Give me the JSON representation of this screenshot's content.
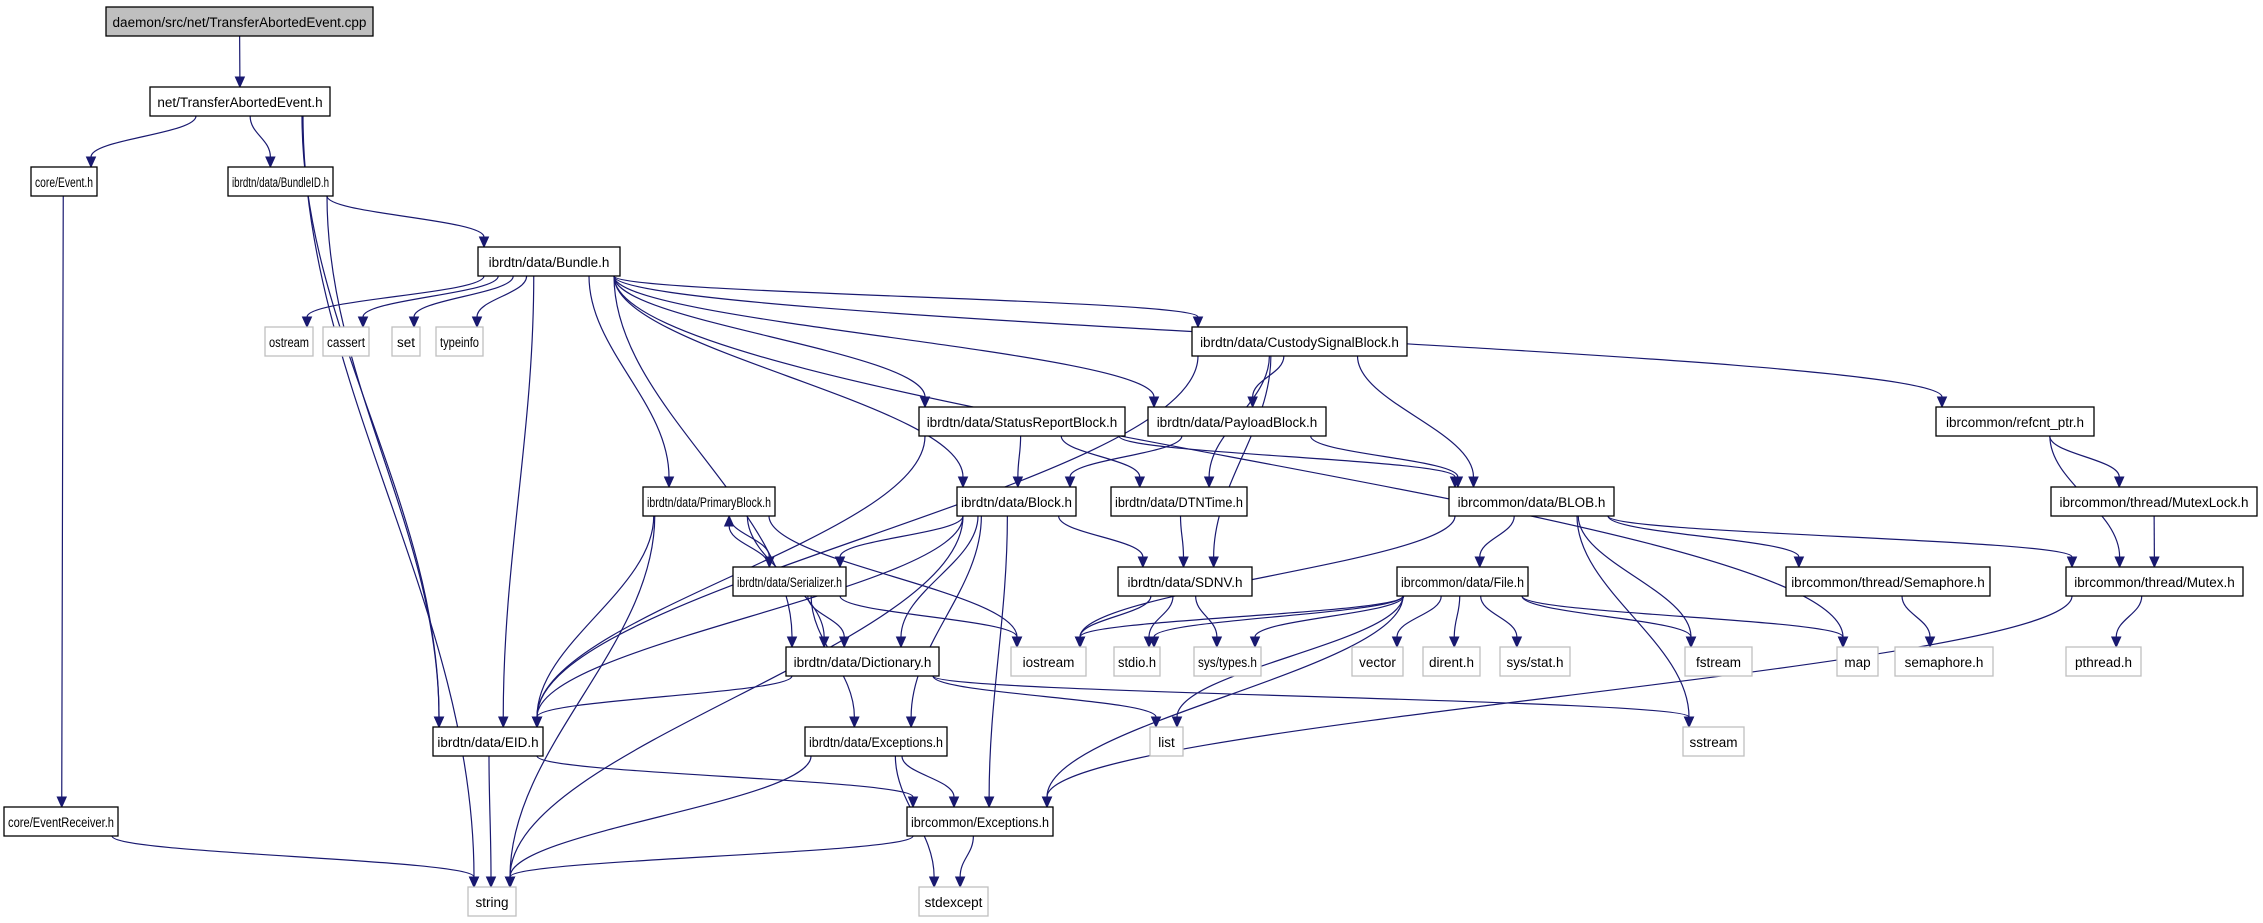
{
  "title": "daemon/src/net/TransferAbortedEvent.cpp",
  "colors": {
    "edge": "#191970",
    "root_fill": "#bfbfbf",
    "internal_border": "#000000",
    "external_border": "#bfbfbf"
  },
  "nodes": [
    {
      "id": "root",
      "label": "daemon/src/net/TransferAbortedEvent.cpp",
      "kind": "root"
    },
    {
      "id": "tae_h",
      "label": "net/TransferAbortedEvent.h",
      "kind": "internal"
    },
    {
      "id": "event_h",
      "label": "core/Event.h",
      "kind": "internal"
    },
    {
      "id": "bundleid_h",
      "label": "ibrdtn/data/BundleID.h",
      "kind": "internal"
    },
    {
      "id": "bundle_h",
      "label": "ibrdtn/data/Bundle.h",
      "kind": "internal"
    },
    {
      "id": "ostream",
      "label": "ostream",
      "kind": "external"
    },
    {
      "id": "cassert",
      "label": "cassert",
      "kind": "external"
    },
    {
      "id": "set",
      "label": "set",
      "kind": "external"
    },
    {
      "id": "typeinfo",
      "label": "typeinfo",
      "kind": "external"
    },
    {
      "id": "custody_h",
      "label": "ibrdtn/data/CustodySignalBlock.h",
      "kind": "internal"
    },
    {
      "id": "status_h",
      "label": "ibrdtn/data/StatusReportBlock.h",
      "kind": "internal"
    },
    {
      "id": "payload_h",
      "label": "ibrdtn/data/PayloadBlock.h",
      "kind": "internal"
    },
    {
      "id": "refcnt_h",
      "label": "ibrcommon/refcnt_ptr.h",
      "kind": "internal"
    },
    {
      "id": "primary_h",
      "label": "ibrdtn/data/PrimaryBlock.h",
      "kind": "internal"
    },
    {
      "id": "block_h",
      "label": "ibrdtn/data/Block.h",
      "kind": "internal"
    },
    {
      "id": "dtntime_h",
      "label": "ibrdtn/data/DTNTime.h",
      "kind": "internal"
    },
    {
      "id": "blob_h",
      "label": "ibrcommon/data/BLOB.h",
      "kind": "internal"
    },
    {
      "id": "mutexlock_h",
      "label": "ibrcommon/thread/MutexLock.h",
      "kind": "internal"
    },
    {
      "id": "serializer_h",
      "label": "ibrdtn/data/Serializer.h",
      "kind": "internal"
    },
    {
      "id": "sdnv_h",
      "label": "ibrdtn/data/SDNV.h",
      "kind": "internal"
    },
    {
      "id": "file_h",
      "label": "ibrcommon/data/File.h",
      "kind": "internal"
    },
    {
      "id": "semaphore_hh",
      "label": "ibrcommon/thread/Semaphore.h",
      "kind": "internal"
    },
    {
      "id": "mutex_h",
      "label": "ibrcommon/thread/Mutex.h",
      "kind": "internal"
    },
    {
      "id": "dictionary_h",
      "label": "ibrdtn/data/Dictionary.h",
      "kind": "internal"
    },
    {
      "id": "iostream",
      "label": "iostream",
      "kind": "external"
    },
    {
      "id": "stdio",
      "label": "stdio.h",
      "kind": "external"
    },
    {
      "id": "systypes",
      "label": "sys/types.h",
      "kind": "external"
    },
    {
      "id": "vector",
      "label": "vector",
      "kind": "external"
    },
    {
      "id": "dirent",
      "label": "dirent.h",
      "kind": "external"
    },
    {
      "id": "sysstat",
      "label": "sys/stat.h",
      "kind": "external"
    },
    {
      "id": "fstream",
      "label": "fstream",
      "kind": "external"
    },
    {
      "id": "map",
      "label": "map",
      "kind": "external"
    },
    {
      "id": "semaphore_sys",
      "label": "semaphore.h",
      "kind": "external"
    },
    {
      "id": "pthread",
      "label": "pthread.h",
      "kind": "external"
    },
    {
      "id": "eid_h",
      "label": "ibrdtn/data/EID.h",
      "kind": "internal"
    },
    {
      "id": "exceptions_h",
      "label": "ibrdtn/data/Exceptions.h",
      "kind": "internal"
    },
    {
      "id": "list",
      "label": "list",
      "kind": "external"
    },
    {
      "id": "sstream",
      "label": "sstream",
      "kind": "external"
    },
    {
      "id": "eventreceiver_h",
      "label": "core/EventReceiver.h",
      "kind": "internal"
    },
    {
      "id": "ibrexceptions_h",
      "label": "ibrcommon/Exceptions.h",
      "kind": "internal"
    },
    {
      "id": "string",
      "label": "string",
      "kind": "external"
    },
    {
      "id": "stdexcept",
      "label": "stdexcept",
      "kind": "external"
    }
  ],
  "edges": [
    [
      "root",
      "tae_h"
    ],
    [
      "tae_h",
      "event_h"
    ],
    [
      "tae_h",
      "string"
    ],
    [
      "tae_h",
      "eid_h"
    ],
    [
      "tae_h",
      "bundleid_h"
    ],
    [
      "event_h",
      "eventreceiver_h"
    ],
    [
      "bundleid_h",
      "eid_h"
    ],
    [
      "bundleid_h",
      "bundle_h"
    ],
    [
      "bundle_h",
      "eid_h"
    ],
    [
      "bundle_h",
      "ostream"
    ],
    [
      "bundle_h",
      "cassert"
    ],
    [
      "bundle_h",
      "set"
    ],
    [
      "bundle_h",
      "typeinfo"
    ],
    [
      "bundle_h",
      "primary_h"
    ],
    [
      "bundle_h",
      "dictionary_h"
    ],
    [
      "bundle_h",
      "block_h"
    ],
    [
      "bundle_h",
      "status_h"
    ],
    [
      "bundle_h",
      "payload_h"
    ],
    [
      "bundle_h",
      "custody_h"
    ],
    [
      "bundle_h",
      "map"
    ],
    [
      "bundle_h",
      "refcnt_h"
    ],
    [
      "custody_h",
      "eid_h"
    ],
    [
      "custody_h",
      "payload_h"
    ],
    [
      "custody_h",
      "dtntime_h"
    ],
    [
      "custody_h",
      "sdnv_h"
    ],
    [
      "custody_h",
      "blob_h"
    ],
    [
      "status_h",
      "eid_h"
    ],
    [
      "status_h",
      "block_h"
    ],
    [
      "status_h",
      "dtntime_h"
    ],
    [
      "status_h",
      "blob_h"
    ],
    [
      "payload_h",
      "block_h"
    ],
    [
      "payload_h",
      "blob_h"
    ],
    [
      "refcnt_h",
      "mutexlock_h"
    ],
    [
      "refcnt_h",
      "mutex_h"
    ],
    [
      "primary_h",
      "string"
    ],
    [
      "primary_h",
      "eid_h"
    ],
    [
      "primary_h",
      "dictionary_h"
    ],
    [
      "primary_h",
      "serializer_h"
    ],
    [
      "primary_h",
      "iostream"
    ],
    [
      "block_h",
      "eid_h"
    ],
    [
      "block_h",
      "string"
    ],
    [
      "block_h",
      "serializer_h"
    ],
    [
      "block_h",
      "dictionary_h"
    ],
    [
      "block_h",
      "exceptions_h"
    ],
    [
      "block_h",
      "sdnv_h"
    ],
    [
      "block_h",
      "ibrexceptions_h"
    ],
    [
      "dtntime_h",
      "sdnv_h"
    ],
    [
      "blob_h",
      "iostream"
    ],
    [
      "blob_h",
      "file_h"
    ],
    [
      "blob_h",
      "fstream"
    ],
    [
      "blob_h",
      "semaphore_hh"
    ],
    [
      "blob_h",
      "mutex_h"
    ],
    [
      "blob_h",
      "sstream"
    ],
    [
      "mutexlock_h",
      "mutex_h"
    ],
    [
      "serializer_h",
      "primary_h"
    ],
    [
      "serializer_h",
      "dictionary_h"
    ],
    [
      "serializer_h",
      "iostream"
    ],
    [
      "serializer_h",
      "exceptions_h"
    ],
    [
      "sdnv_h",
      "iostream"
    ],
    [
      "sdnv_h",
      "stdio"
    ],
    [
      "sdnv_h",
      "systypes"
    ],
    [
      "file_h",
      "iostream"
    ],
    [
      "file_h",
      "stdio"
    ],
    [
      "file_h",
      "systypes"
    ],
    [
      "file_h",
      "vector"
    ],
    [
      "file_h",
      "dirent"
    ],
    [
      "file_h",
      "sysstat"
    ],
    [
      "file_h",
      "fstream"
    ],
    [
      "file_h",
      "map"
    ],
    [
      "file_h",
      "list"
    ],
    [
      "file_h",
      "ibrexceptions_h"
    ],
    [
      "semaphore_hh",
      "semaphore_sys"
    ],
    [
      "mutex_h",
      "pthread"
    ],
    [
      "mutex_h",
      "ibrexceptions_h"
    ],
    [
      "dictionary_h",
      "eid_h"
    ],
    [
      "dictionary_h",
      "list"
    ],
    [
      "dictionary_h",
      "sstream"
    ],
    [
      "eid_h",
      "string"
    ],
    [
      "eid_h",
      "ibrexceptions_h"
    ],
    [
      "exceptions_h",
      "string"
    ],
    [
      "exceptions_h",
      "ibrexceptions_h"
    ],
    [
      "exceptions_h",
      "stdexcept"
    ],
    [
      "eventreceiver_h",
      "string"
    ],
    [
      "ibrexceptions_h",
      "string"
    ],
    [
      "ibrexceptions_h",
      "stdexcept"
    ]
  ]
}
